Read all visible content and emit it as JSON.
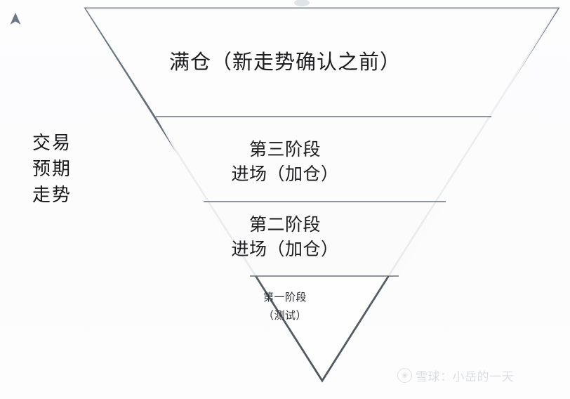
{
  "diagram": {
    "title_visible": false,
    "background_color": "#fcfcfd",
    "line_color": "#5a6068",
    "text_color": "#1d1d1f",
    "shape": "inverted-triangle-pyramid",
    "axis": {
      "direction": "up",
      "label_lines": [
        "交易",
        "预期",
        "走势"
      ],
      "arrow_color": "#6b7685"
    },
    "tiers": [
      {
        "id": "tier-1",
        "lines": [
          "满仓（新走势确认之前）"
        ],
        "size": "large"
      },
      {
        "id": "tier-2",
        "lines": [
          "第三阶段",
          "进场（加仓）"
        ],
        "size": "medium"
      },
      {
        "id": "tier-3",
        "lines": [
          "第二阶段",
          "进场（加仓）"
        ],
        "size": "medium"
      },
      {
        "id": "tier-4",
        "lines": [
          "第一阶段",
          "（测试）"
        ],
        "size": "small"
      }
    ],
    "watermark": {
      "logo": "xueqiu-logo-icon",
      "text": "雪球：小岳的一天"
    }
  }
}
